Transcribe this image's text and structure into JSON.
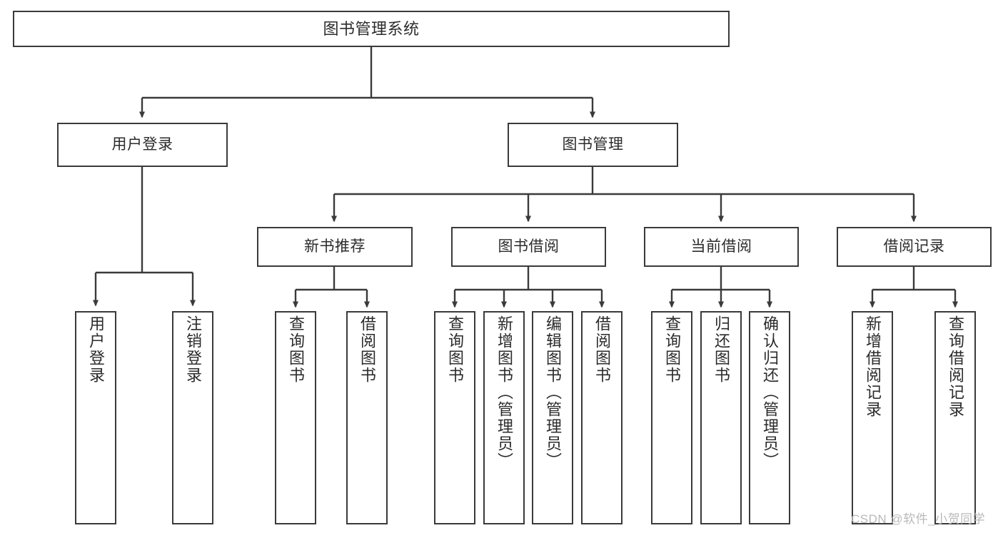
{
  "diagram": {
    "title": "图书管理系统",
    "type": "hierarchy-tree",
    "stroke_color": "#3a3a3a",
    "text_color": "#2b2b2b",
    "background_color": "#ffffff"
  },
  "root": {
    "label": "图书管理系统"
  },
  "level2": [
    {
      "label": "用户登录"
    },
    {
      "label": "图书管理"
    }
  ],
  "level3": [
    {
      "label": "新书推荐"
    },
    {
      "label": "图书借阅"
    },
    {
      "label": "当前借阅"
    },
    {
      "label": "借阅记录"
    }
  ],
  "leaves": {
    "user_login": [
      {
        "label": "用户登录"
      },
      {
        "label": "注销登录"
      }
    ],
    "new_book_recommend": [
      {
        "label": "查询图书"
      },
      {
        "label": "借阅图书"
      }
    ],
    "book_borrow": [
      {
        "label": "查询图书"
      },
      {
        "label": "新增图书（管理员）"
      },
      {
        "label": "编辑图书（管理员）"
      },
      {
        "label": "借阅图书"
      }
    ],
    "current_borrow": [
      {
        "label": "查询图书"
      },
      {
        "label": "归还图书"
      },
      {
        "label": "确认归还（管理员）"
      }
    ],
    "borrow_record": [
      {
        "label": "新增借阅记录"
      },
      {
        "label": "查询借阅记录"
      }
    ]
  },
  "watermark": {
    "text": "CSDN @软件_小贺同学"
  }
}
